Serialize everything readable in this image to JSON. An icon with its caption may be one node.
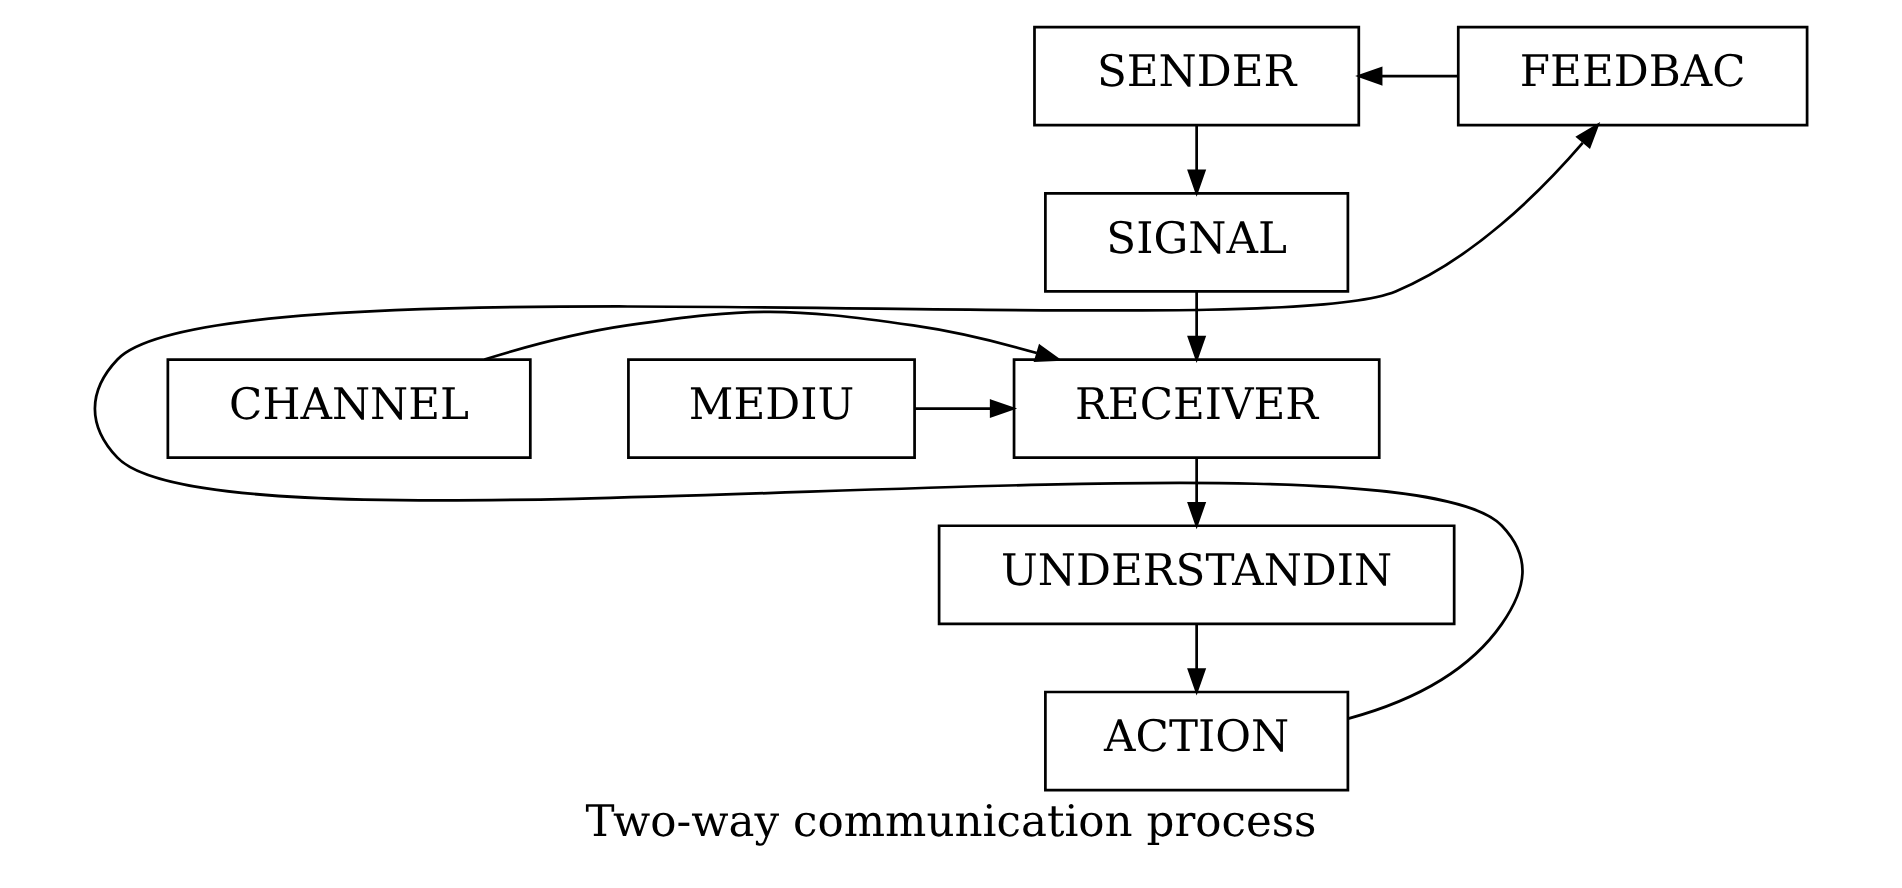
{
  "diagram": {
    "caption": "Two-way communication process",
    "nodes": [
      {
        "text": [
          "SENDER"
        ]
      },
      {
        "text": [
          "SIGNAL"
        ]
      },
      {
        "text": [
          "CHANNEL"
        ]
      },
      {
        "text": [
          "MEDIU"
        ]
      },
      {
        "text": [
          "RECEIVER"
        ]
      },
      {
        "text": [
          "UNDERSTANDIN"
        ]
      },
      {
        "text": [
          "FEEDBAC"
        ]
      },
      {
        "text": [
          "ACTION"
        ]
      }
    ],
    "edges": [
      {
        "from": 0,
        "to": 1,
        "arrow": "to"
      },
      {
        "from": 1,
        "to": 4,
        "arrow": "to"
      },
      {
        "from": 2,
        "to": 4,
        "arrow": "to"
      },
      {
        "from": 3,
        "to": 4,
        "arrow": "to"
      },
      {
        "from": 4,
        "to": 5,
        "arrow": "to"
      },
      {
        "from": 5,
        "to": 7,
        "arrow": "to"
      },
      {
        "from": 7,
        "to": 6,
        "arrow": "to"
      },
      {
        "from": 6,
        "to": 0,
        "arrow": "to"
      }
    ]
  }
}
